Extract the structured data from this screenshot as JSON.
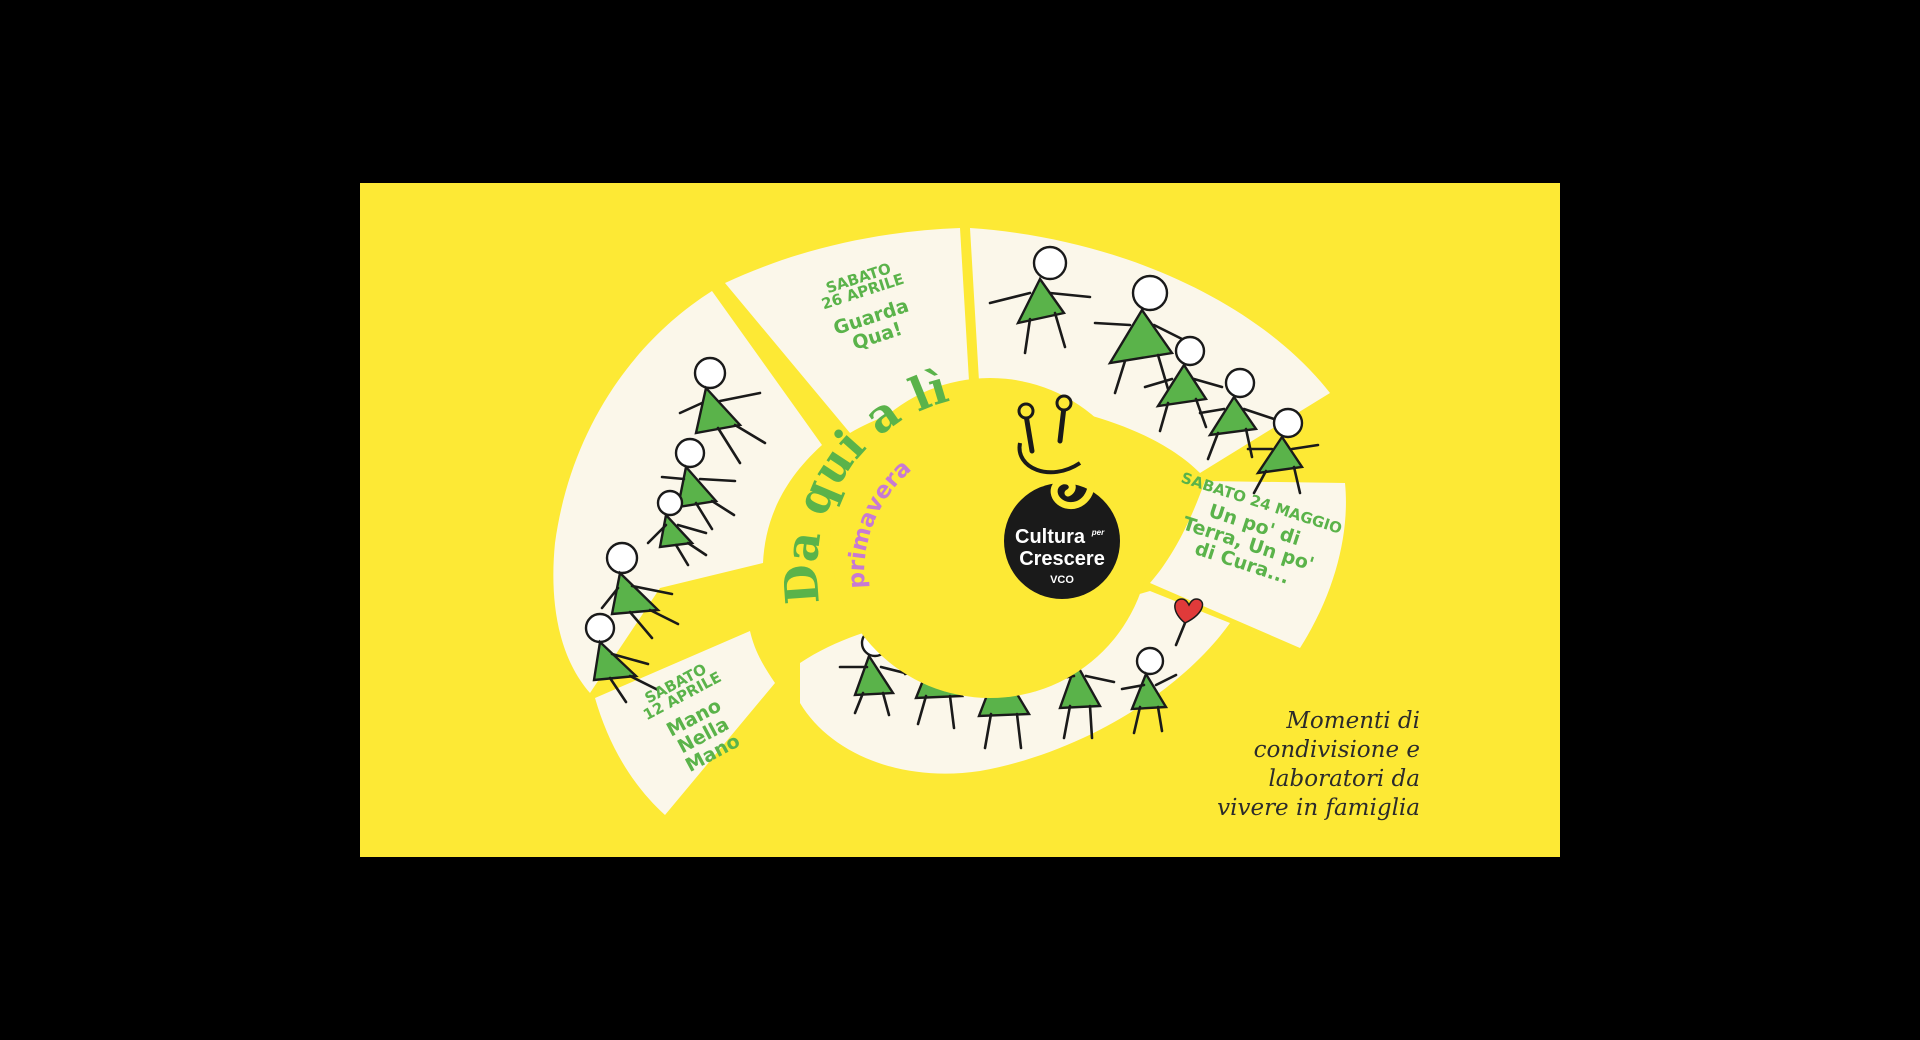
{
  "poster": {
    "background_color": "#fde935",
    "segment_color": "#fbf7ea",
    "accent_green": "#5ab34a",
    "accent_purple": "#c77ad2"
  },
  "title": {
    "main": "Da qui a lì",
    "subtitle": "primavera"
  },
  "logo": {
    "line1": "Cultura",
    "per": "per",
    "line2": "Crescere",
    "line3": "VCO",
    "icon": "snail-icon"
  },
  "events": [
    {
      "date": [
        "SABATO",
        "12 APRILE"
      ],
      "title": [
        "Mano",
        "Nella",
        "Mano"
      ]
    },
    {
      "date": [
        "SABATO",
        "26 APRILE"
      ],
      "title": [
        "Guarda",
        "Qua!"
      ]
    },
    {
      "date": [
        "SABATO 24 MAGGIO"
      ],
      "title": [
        "Un po' di",
        "Terra, Un po'",
        "di Cura..."
      ]
    }
  ],
  "tagline": [
    "Momenti di",
    "condivisione e",
    "laboratori da",
    "vivere in famiglia"
  ]
}
